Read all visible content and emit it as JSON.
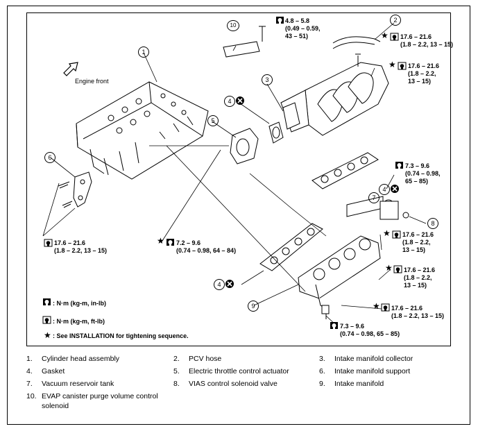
{
  "engine_front": "Engine front",
  "callouts": [
    "1",
    "2",
    "3",
    "4",
    "5",
    "6",
    "7",
    "8",
    "9",
    "10"
  ],
  "torques": {
    "t1": {
      "line1": "4.8 – 5.8",
      "line2": "(0.49 – 0.59,",
      "line3": "43 – 51)"
    },
    "t2": {
      "line1": "17.6 – 21.6",
      "line2": "(1.8 – 2.2, 13 – 15)"
    },
    "t3": {
      "line1": "17.6 – 21.6",
      "line2": "(1.8 – 2.2,",
      "line3": "13 – 15)"
    },
    "t4": {
      "line1": "7.3 – 9.6",
      "line2": "(0.74 – 0.98,",
      "line3": "65 – 85)"
    },
    "t5": {
      "line1": "17.6 – 21.6",
      "line2": "(1.8 – 2.2,",
      "line3": "13 – 15)"
    },
    "t6": {
      "line1": "17.6 – 21.6",
      "line2": "(1.8 – 2.2, 13 – 15)"
    },
    "t7": {
      "line1": "7.2 – 9.6",
      "line2": "(0.74 – 0.98, 64 – 84)"
    },
    "t8": {
      "line1": "17.6 – 21.6",
      "line2": "(1.8 – 2.2,",
      "line3": "13 – 15)"
    },
    "t9": {
      "line1": "17.6 – 21.6",
      "line2": "(1.8 – 2.2, 13 – 15)"
    },
    "t10": {
      "line1": "7.3 – 9.6",
      "line2": "(0.74 – 0.98, 65 – 85)"
    }
  },
  "legend": {
    "nm_in_lb": ": N·m (kg-m, in-lb)",
    "nm_ft_lb": ": N·m (kg-m, ft-lb)",
    "star_note": ": See INSTALLATION for tightening sequence."
  },
  "parts": [
    {
      "num": "1.",
      "name": "Cylinder head assembly"
    },
    {
      "num": "2.",
      "name": "PCV hose"
    },
    {
      "num": "3.",
      "name": "Intake manifold collector"
    },
    {
      "num": "4.",
      "name": "Gasket"
    },
    {
      "num": "5.",
      "name": "Electric throttle control actuator"
    },
    {
      "num": "6.",
      "name": "Intake manifold support"
    },
    {
      "num": "7.",
      "name": "Vacuum reservoir tank"
    },
    {
      "num": "8.",
      "name": "VIAS control solenoid valve"
    },
    {
      "num": "9.",
      "name": "Intake manifold"
    },
    {
      "num": "10.",
      "name": "EVAP canister purge volume control solenoid"
    }
  ]
}
